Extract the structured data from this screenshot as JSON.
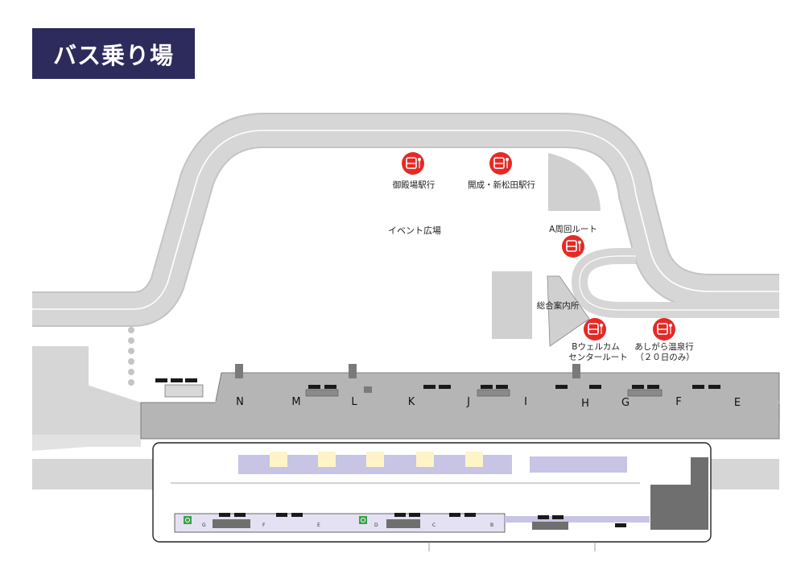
{
  "title": "バス乗り場",
  "labels": {
    "gotemba": "御殿場駅行",
    "kaisei": "開成・新松田駅行",
    "event_plaza": "イベント広場",
    "a_route": "A周回ルート",
    "info": "総合案内所",
    "b_route_1": "Bウェルカム",
    "b_route_2": "センタールート",
    "ashigara_1": "あしがら温泉行",
    "ashigara_2": "（２０日のみ）"
  },
  "bays": [
    "N",
    "M",
    "L",
    "K",
    "J",
    "I",
    "H",
    "G",
    "F",
    "E"
  ],
  "lower_bays": [
    "G",
    "F",
    "E",
    "D",
    "C",
    "B"
  ],
  "icons": {
    "bus_stop": "bus-stop-icon",
    "wheelchair": "wheelchair-icon"
  },
  "colors": {
    "title_bg": "#2d2a5c",
    "bus_stop": "#e52a25",
    "road": "#d2d2d2",
    "platform": "#b5b5b5",
    "lavender": "#c7c4e6",
    "cream": "#fff4c8"
  }
}
